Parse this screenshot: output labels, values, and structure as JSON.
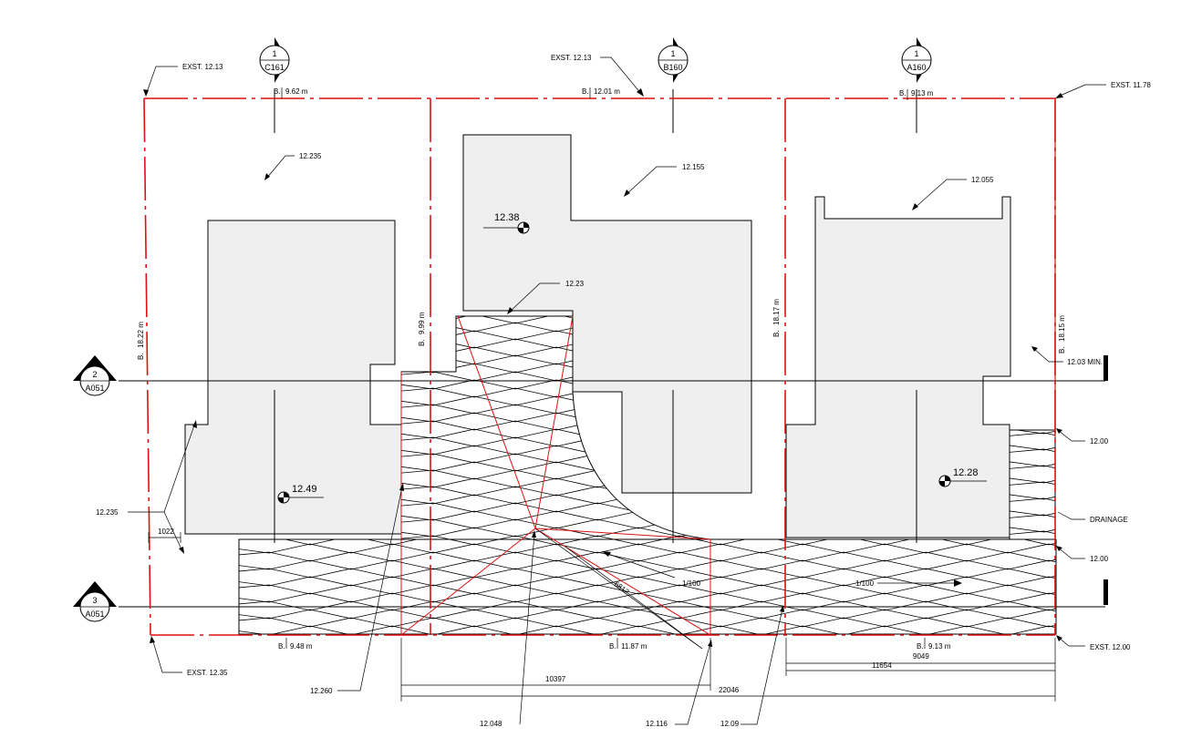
{
  "site_plan": {
    "section_markers": [
      {
        "number": "1",
        "sheet": "C161"
      },
      {
        "number": "1",
        "sheet": "B160"
      },
      {
        "number": "1",
        "sheet": "A160"
      },
      {
        "number": "2",
        "sheet": "A051"
      },
      {
        "number": "3",
        "sheet": "A051"
      }
    ],
    "existing_levels": [
      "EXST. 12.13",
      "EXST. 12.13",
      "EXST. 11.78",
      "EXST. 12.35",
      "EXST. 12.00"
    ],
    "boundary_prefix": "B.",
    "boundaries": [
      "9.62 m",
      "12.01 m",
      "9.13 m",
      "9.48 m",
      "11.87 m",
      "9.13 m"
    ],
    "side_boundaries": [
      "18.22 m",
      "9.99 m",
      "18.17 m",
      "18.15 m"
    ],
    "spot_levels": [
      "12.38",
      "12.49",
      "12.28"
    ],
    "level_notes": [
      "12.235",
      "12.155",
      "12.055",
      "12.23",
      "12.235",
      "12.03 MIN.",
      "12.00",
      "12.00",
      "12.260",
      "12.048",
      "12.116",
      "12.09"
    ],
    "drainage_label": "DRAINAGE",
    "falls": [
      "1/100",
      "1/100"
    ],
    "dimensions": [
      "1022",
      "6812",
      "9049",
      "11654",
      "10397",
      "22046"
    ]
  },
  "colors": {
    "boundary": "#d11111",
    "building_fill": "#efefef",
    "line": "#000000"
  }
}
